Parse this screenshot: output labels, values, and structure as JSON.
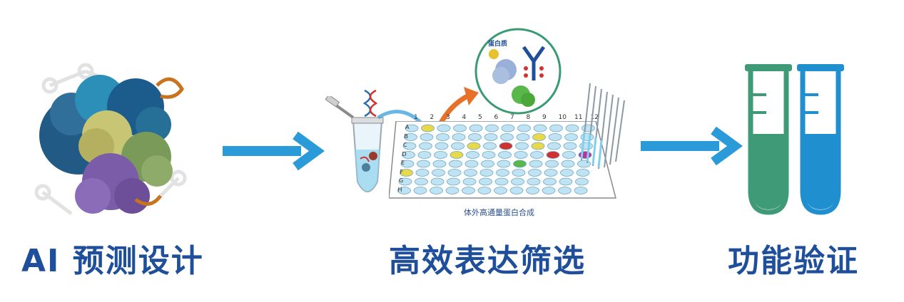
{
  "steps": [
    {
      "label": "AI 预测设计"
    },
    {
      "label": "高效表达筛选"
    },
    {
      "label": "功能验证"
    }
  ],
  "plate": {
    "caption": "体外高通量蛋白合成",
    "columns": [
      "1",
      "2",
      "3",
      "4",
      "5",
      "6",
      "7",
      "8",
      "9",
      "10",
      "11",
      "12"
    ],
    "rows": [
      "A",
      "B",
      "C",
      "D",
      "E",
      "F",
      "G",
      "H"
    ]
  },
  "bubble": {
    "label": "蛋白质"
  },
  "colors": {
    "label_blue": "#1f4f9a",
    "arrow_blue": "#2a9ad8",
    "tube_green": "#3f9a78",
    "tube_blue": "#1f8fd0",
    "well_blue": "#bfe3f3",
    "orange_arrow": "#e8712a"
  }
}
